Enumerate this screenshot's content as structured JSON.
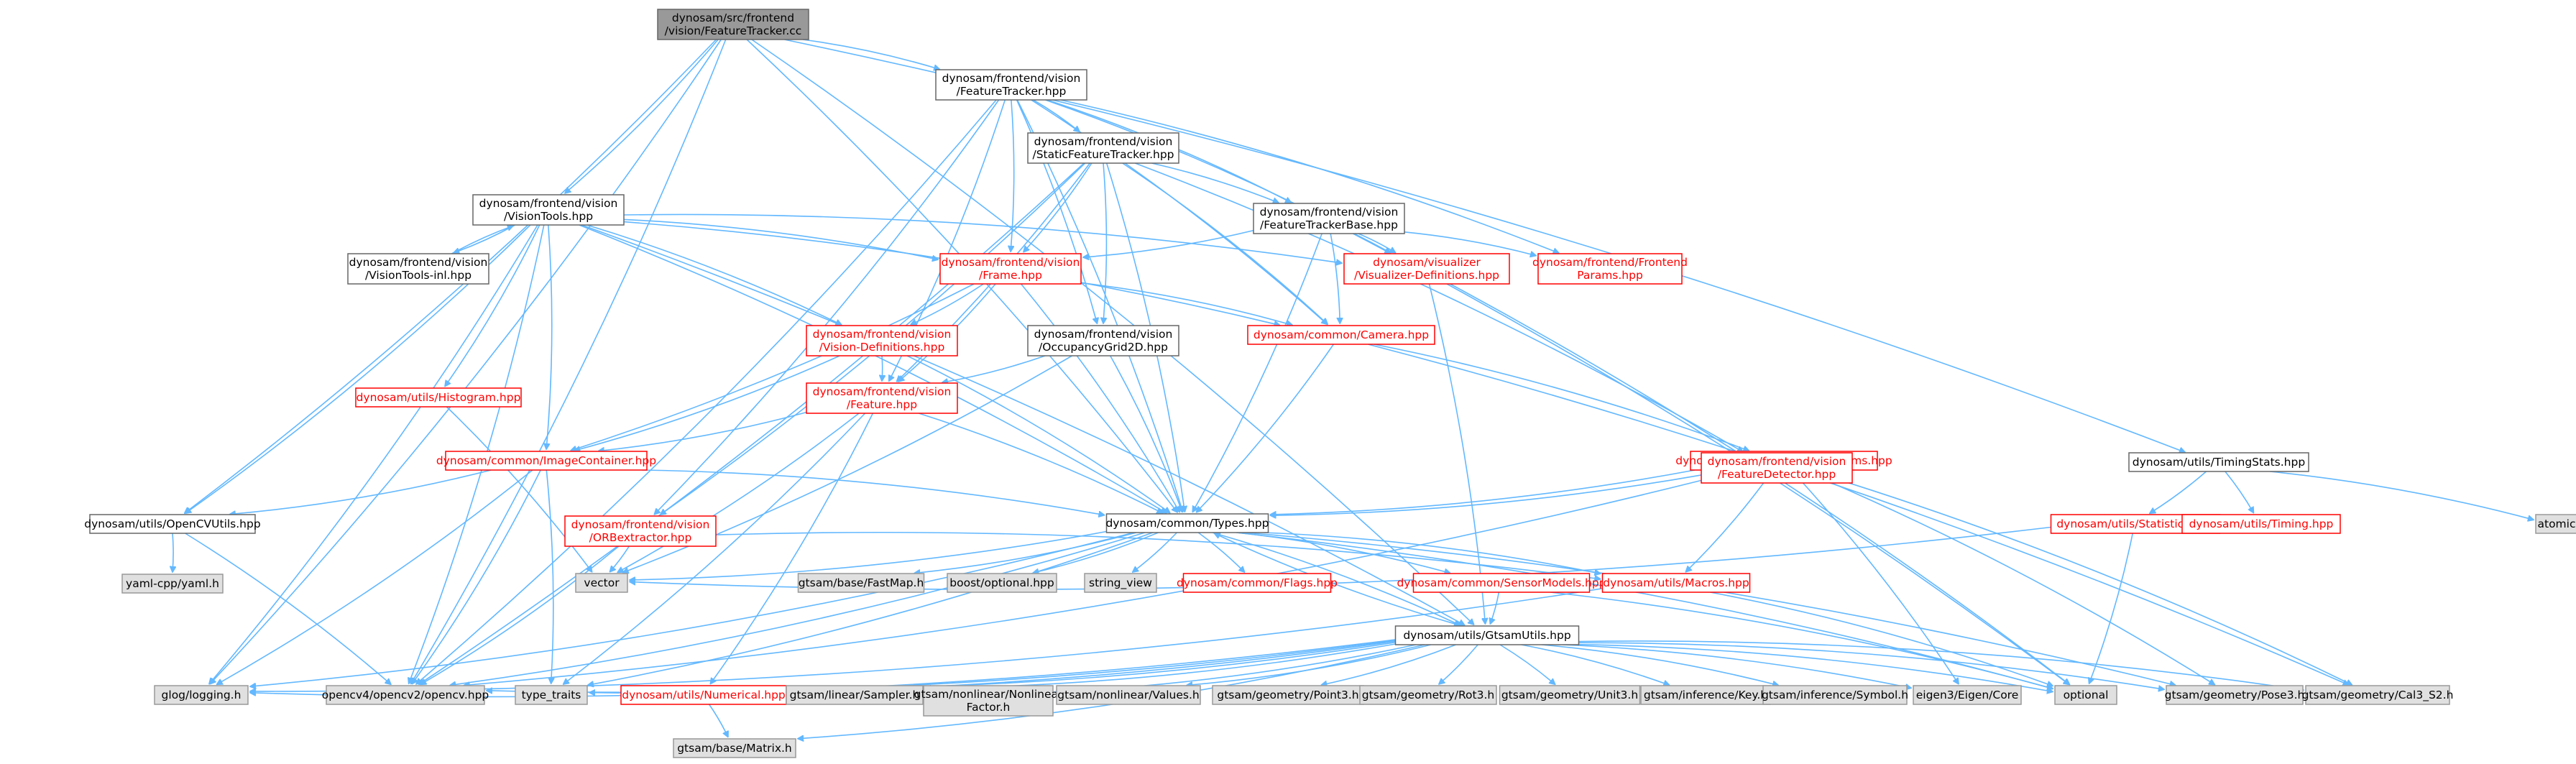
{
  "colors": {
    "edge": "#63b8ff",
    "root_fill": "#999999",
    "root_border": "#666666",
    "normal_fill": "#ffffff",
    "normal_border": "#666666",
    "normal_text": "#000000",
    "red_fill": "#ffffff",
    "red_border": "#ff0000",
    "red_text": "#ff0000",
    "gray_fill": "#e0e0e0",
    "gray_border": "#999999",
    "gray_text": "#000000"
  },
  "nodes": [
    {
      "id": "root",
      "style": "root",
      "lines": [
        "dynosam/src/frontend",
        "/vision/FeatureTracker.cc"
      ]
    },
    {
      "id": "ft_hpp",
      "style": "normal",
      "lines": [
        "dynosam/frontend/vision",
        "/FeatureTracker.hpp"
      ]
    },
    {
      "id": "sft_hpp",
      "style": "normal",
      "lines": [
        "dynosam/frontend/vision",
        "/StaticFeatureTracker.hpp"
      ]
    },
    {
      "id": "ftb_hpp",
      "style": "normal",
      "lines": [
        "dynosam/frontend/vision",
        "/FeatureTrackerBase.hpp"
      ]
    },
    {
      "id": "vt_hpp",
      "style": "normal",
      "lines": [
        "dynosam/frontend/vision",
        "/VisionTools.hpp"
      ]
    },
    {
      "id": "vtinl",
      "style": "normal",
      "lines": [
        "dynosam/frontend/vision",
        "/VisionTools-inl.hpp"
      ]
    },
    {
      "id": "frame",
      "style": "red",
      "lines": [
        "dynosam/frontend/vision",
        "/Frame.hpp"
      ]
    },
    {
      "id": "vizdef",
      "style": "red",
      "lines": [
        "dynosam/visualizer",
        "/Visualizer-Definitions.hpp"
      ]
    },
    {
      "id": "ffparams",
      "style": "red",
      "lines": [
        "dynosam/frontend/Frontend",
        "Params.hpp"
      ]
    },
    {
      "id": "visdef",
      "style": "red",
      "lines": [
        "dynosam/frontend/vision",
        "/Vision-Definitions.hpp"
      ]
    },
    {
      "id": "occgrid",
      "style": "normal",
      "lines": [
        "dynosam/frontend/vision",
        "/OccupancyGrid2D.hpp"
      ]
    },
    {
      "id": "camera",
      "style": "red",
      "lines": [
        "dynosam/common/Camera.hpp"
      ]
    },
    {
      "id": "histogram",
      "style": "red",
      "lines": [
        "dynosam/utils/Histogram.hpp"
      ]
    },
    {
      "id": "feature",
      "style": "red",
      "lines": [
        "dynosam/frontend/vision",
        "/Feature.hpp"
      ]
    },
    {
      "id": "imgcont",
      "style": "red",
      "lines": [
        "dynosam/common/ImageContainer.hpp"
      ]
    },
    {
      "id": "camparams",
      "style": "red",
      "lines": [
        "dynosam/common/CameraParams.hpp"
      ]
    },
    {
      "id": "featdet",
      "style": "red",
      "lines": [
        "dynosam/frontend/vision",
        "/FeatureDetector.hpp"
      ]
    },
    {
      "id": "timingstats",
      "style": "normal",
      "lines": [
        "dynosam/utils/TimingStats.hpp"
      ]
    },
    {
      "id": "opencvutils",
      "style": "normal",
      "lines": [
        "dynosam/utils/OpenCVUtils.hpp"
      ]
    },
    {
      "id": "orbext",
      "style": "red",
      "lines": [
        "dynosam/frontend/vision",
        "/ORBextractor.hpp"
      ]
    },
    {
      "id": "types",
      "style": "normal",
      "lines": [
        "dynosam/common/Types.hpp"
      ]
    },
    {
      "id": "statistics",
      "style": "red",
      "lines": [
        "dynosam/utils/Statistics.hpp"
      ]
    },
    {
      "id": "timing",
      "style": "red",
      "lines": [
        "dynosam/utils/Timing.hpp"
      ]
    },
    {
      "id": "atomic",
      "style": "gray",
      "lines": [
        "atomic"
      ]
    },
    {
      "id": "yamlcpp",
      "style": "gray",
      "lines": [
        "yaml-cpp/yaml.h"
      ]
    },
    {
      "id": "vector",
      "style": "gray",
      "lines": [
        "vector"
      ]
    },
    {
      "id": "fastmap",
      "style": "gray",
      "lines": [
        "gtsam/base/FastMap.h"
      ]
    },
    {
      "id": "boostopt",
      "style": "gray",
      "lines": [
        "boost/optional.hpp"
      ]
    },
    {
      "id": "stringview",
      "style": "gray",
      "lines": [
        "string_view"
      ]
    },
    {
      "id": "flags",
      "style": "red",
      "lines": [
        "dynosam/common/Flags.hpp"
      ]
    },
    {
      "id": "sensormodels",
      "style": "red",
      "lines": [
        "dynosam/common/SensorModels.hpp"
      ]
    },
    {
      "id": "macros",
      "style": "red",
      "lines": [
        "dynosam/utils/Macros.hpp"
      ]
    },
    {
      "id": "gtsamutils",
      "style": "normal",
      "lines": [
        "dynosam/utils/GtsamUtils.hpp"
      ]
    },
    {
      "id": "glog",
      "style": "gray",
      "lines": [
        "glog/logging.h"
      ]
    },
    {
      "id": "opencv",
      "style": "gray",
      "lines": [
        "opencv4/opencv2/opencv.hpp"
      ]
    },
    {
      "id": "typetraits",
      "style": "gray",
      "lines": [
        "type_traits"
      ]
    },
    {
      "id": "numerical",
      "style": "red",
      "lines": [
        "dynosam/utils/Numerical.hpp"
      ]
    },
    {
      "id": "sampler",
      "style": "gray",
      "lines": [
        "gtsam/linear/Sampler.h"
      ]
    },
    {
      "id": "nlfactor",
      "style": "gray",
      "lines": [
        "gtsam/nonlinear/Nonlinear",
        "Factor.h"
      ]
    },
    {
      "id": "nlvalues",
      "style": "gray",
      "lines": [
        "gtsam/nonlinear/Values.h"
      ]
    },
    {
      "id": "point3",
      "style": "gray",
      "lines": [
        "gtsam/geometry/Point3.h"
      ]
    },
    {
      "id": "rot3",
      "style": "gray",
      "lines": [
        "gtsam/geometry/Rot3.h"
      ]
    },
    {
      "id": "unit3",
      "style": "gray",
      "lines": [
        "gtsam/geometry/Unit3.h"
      ]
    },
    {
      "id": "key",
      "style": "gray",
      "lines": [
        "gtsam/inference/Key.h"
      ]
    },
    {
      "id": "symbol",
      "style": "gray",
      "lines": [
        "gtsam/inference/Symbol.h"
      ]
    },
    {
      "id": "eigen",
      "style": "gray",
      "lines": [
        "eigen3/Eigen/Core"
      ]
    },
    {
      "id": "optional",
      "style": "gray",
      "lines": [
        "optional"
      ]
    },
    {
      "id": "pose3",
      "style": "gray",
      "lines": [
        "gtsam/geometry/Pose3.h"
      ]
    },
    {
      "id": "cal3s2",
      "style": "gray",
      "lines": [
        "gtsam/geometry/Cal3_S2.h"
      ]
    },
    {
      "id": "matrix",
      "style": "gray",
      "lines": [
        "gtsam/base/Matrix.h"
      ]
    }
  ],
  "edges": [
    [
      "root",
      "ft_hpp"
    ],
    [
      "root",
      "vt_hpp"
    ],
    [
      "root",
      "opencvutils"
    ],
    [
      "root",
      "glog"
    ],
    [
      "root",
      "opencv"
    ],
    [
      "root",
      "types"
    ],
    [
      "root",
      "gtsamutils"
    ],
    [
      "root",
      "timingstats"
    ],
    [
      "ft_hpp",
      "sft_hpp"
    ],
    [
      "ft_hpp",
      "ftb_hpp"
    ],
    [
      "ft_hpp",
      "frame"
    ],
    [
      "ft_hpp",
      "vizdef"
    ],
    [
      "ft_hpp",
      "ffparams"
    ],
    [
      "ft_hpp",
      "camera"
    ],
    [
      "ft_hpp",
      "occgrid"
    ],
    [
      "ft_hpp",
      "feature"
    ],
    [
      "ft_hpp",
      "orbext"
    ],
    [
      "ft_hpp",
      "types"
    ],
    [
      "ft_hpp",
      "opencv"
    ],
    [
      "sft_hpp",
      "ftb_hpp"
    ],
    [
      "sft_hpp",
      "frame"
    ],
    [
      "sft_hpp",
      "camera"
    ],
    [
      "sft_hpp",
      "occgrid"
    ],
    [
      "sft_hpp",
      "feature"
    ],
    [
      "sft_hpp",
      "featdet"
    ],
    [
      "sft_hpp",
      "orbext"
    ],
    [
      "sft_hpp",
      "types"
    ],
    [
      "sft_hpp",
      "opencv"
    ],
    [
      "ftb_hpp",
      "frame"
    ],
    [
      "ftb_hpp",
      "vizdef"
    ],
    [
      "ftb_hpp",
      "ffparams"
    ],
    [
      "ftb_hpp",
      "camera"
    ],
    [
      "ftb_hpp",
      "types"
    ],
    [
      "ftb_hpp",
      "optional"
    ],
    [
      "vt_hpp",
      "vtinl"
    ],
    [
      "vt_hpp",
      "frame"
    ],
    [
      "vt_hpp",
      "vizdef"
    ],
    [
      "vt_hpp",
      "visdef"
    ],
    [
      "vt_hpp",
      "camera"
    ],
    [
      "vt_hpp",
      "histogram"
    ],
    [
      "vt_hpp",
      "imgcont"
    ],
    [
      "vt_hpp",
      "opencvutils"
    ],
    [
      "vt_hpp",
      "types"
    ],
    [
      "vt_hpp",
      "gtsamutils"
    ],
    [
      "vt_hpp",
      "glog"
    ],
    [
      "vt_hpp",
      "opencv"
    ],
    [
      "vtinl",
      "vt_hpp"
    ],
    [
      "frame",
      "visdef"
    ],
    [
      "frame",
      "feature"
    ],
    [
      "frame",
      "camera"
    ],
    [
      "frame",
      "imgcont"
    ],
    [
      "frame",
      "types"
    ],
    [
      "vizdef",
      "optional"
    ],
    [
      "vizdef",
      "gtsamutils"
    ],
    [
      "visdef",
      "feature"
    ],
    [
      "visdef",
      "imgcont"
    ],
    [
      "visdef",
      "types"
    ],
    [
      "occgrid",
      "feature"
    ],
    [
      "occgrid",
      "types"
    ],
    [
      "occgrid",
      "vector"
    ],
    [
      "camera",
      "camparams"
    ],
    [
      "camera",
      "types"
    ],
    [
      "camera",
      "cal3s2"
    ],
    [
      "histogram",
      "vector"
    ],
    [
      "feature",
      "imgcont"
    ],
    [
      "feature",
      "types"
    ],
    [
      "feature",
      "vector"
    ],
    [
      "feature",
      "numerical"
    ],
    [
      "feature",
      "typetraits"
    ],
    [
      "imgcont",
      "opencvutils"
    ],
    [
      "imgcont",
      "types"
    ],
    [
      "imgcont",
      "glog"
    ],
    [
      "imgcont",
      "opencv"
    ],
    [
      "imgcont",
      "typetraits"
    ],
    [
      "camparams",
      "types"
    ],
    [
      "camparams",
      "eigen"
    ],
    [
      "camparams",
      "pose3"
    ],
    [
      "camparams",
      "cal3s2"
    ],
    [
      "featdet",
      "types"
    ],
    [
      "featdet",
      "macros"
    ],
    [
      "featdet",
      "opencv"
    ],
    [
      "timingstats",
      "statistics"
    ],
    [
      "timingstats",
      "timing"
    ],
    [
      "timingstats",
      "atomic"
    ],
    [
      "statistics",
      "vector"
    ],
    [
      "statistics",
      "optional"
    ],
    [
      "opencvutils",
      "yamlcpp"
    ],
    [
      "opencvutils",
      "opencv"
    ],
    [
      "orbext",
      "vector"
    ],
    [
      "orbext",
      "opencv"
    ],
    [
      "orbext",
      "macros"
    ],
    [
      "types",
      "vector"
    ],
    [
      "types",
      "fastmap"
    ],
    [
      "types",
      "boostopt"
    ],
    [
      "types",
      "stringview"
    ],
    [
      "types",
      "flags"
    ],
    [
      "types",
      "sensormodels"
    ],
    [
      "types",
      "macros"
    ],
    [
      "types",
      "gtsamutils"
    ],
    [
      "types",
      "glog"
    ],
    [
      "types",
      "opencv"
    ],
    [
      "types",
      "typetraits"
    ],
    [
      "types",
      "optional"
    ],
    [
      "types",
      "pose3"
    ],
    [
      "sensormodels",
      "gtsamutils"
    ],
    [
      "sensormodels",
      "optional"
    ],
    [
      "macros",
      "glog"
    ],
    [
      "macros",
      "optional"
    ],
    [
      "gtsamutils",
      "types"
    ],
    [
      "gtsamutils",
      "glog"
    ],
    [
      "gtsamutils",
      "opencv"
    ],
    [
      "gtsamutils",
      "typetraits"
    ],
    [
      "gtsamutils",
      "numerical"
    ],
    [
      "gtsamutils",
      "sampler"
    ],
    [
      "gtsamutils",
      "nlfactor"
    ],
    [
      "gtsamutils",
      "nlvalues"
    ],
    [
      "gtsamutils",
      "point3"
    ],
    [
      "gtsamutils",
      "rot3"
    ],
    [
      "gtsamutils",
      "unit3"
    ],
    [
      "gtsamutils",
      "key"
    ],
    [
      "gtsamutils",
      "symbol"
    ],
    [
      "gtsamutils",
      "eigen"
    ],
    [
      "gtsamutils",
      "optional"
    ],
    [
      "gtsamutils",
      "pose3"
    ],
    [
      "gtsamutils",
      "cal3s2"
    ],
    [
      "gtsamutils",
      "matrix"
    ],
    [
      "numerical",
      "matrix"
    ]
  ]
}
